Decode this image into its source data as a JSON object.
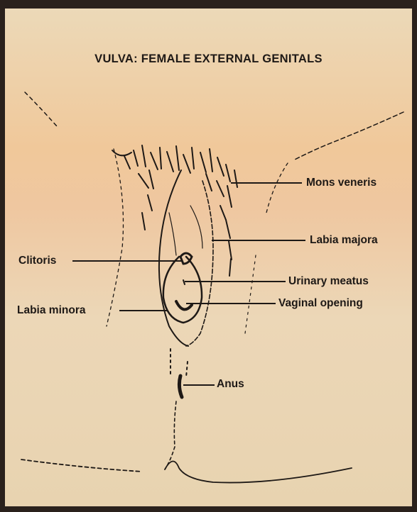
{
  "title": "VULVA: FEMALE EXTERNAL GENITALS",
  "labels": {
    "mons_veneris": "Mons veneris",
    "labia_majora": "Labia majora",
    "clitoris": "Clitoris",
    "urinary_meatus": "Urinary meatus",
    "labia_minora": "Labia minora",
    "vaginal_opening": "Vaginal opening",
    "anus": "Anus"
  },
  "colors": {
    "frame": "#2a211c",
    "ink": "#1e1916",
    "paper": "#ecd7b7"
  }
}
